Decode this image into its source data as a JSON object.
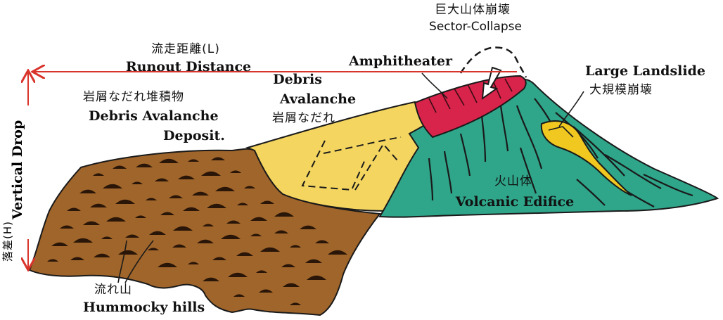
{
  "labels": {
    "sector_collapse": {
      "ja": "巨大山体崩壊",
      "en": "Sector-Collapse"
    },
    "runout": {
      "ja": "流走距離(L)",
      "en": "Runout Distance"
    },
    "amphitheater": {
      "en": "Amphitheater"
    },
    "large_landslide": {
      "en": "Large Landslide",
      "ja": "大規模崩壊"
    },
    "debris_avalanche": {
      "en_line1": "Debris",
      "en_line2": "Avalanche",
      "ja": "岩屑なだれ"
    },
    "deposit": {
      "ja": "岩屑なだれ堆積物",
      "en_line1": "Debris Avalanche",
      "en_line2": "Deposit."
    },
    "volcanic_edifice": {
      "ja": "火山体",
      "en": "Volcanic Edifice"
    },
    "hummocky": {
      "ja": "流れ山",
      "en": "Hummocky hills"
    },
    "vertical_drop": {
      "en": "Vertical Drop",
      "ja": "落差(H)"
    }
  },
  "colors": {
    "deposit": "#a0652a",
    "deposit_dark": "#6e4018",
    "avalanche": "#f3d560",
    "edifice": "#2fa58a",
    "amphitheater": "#d8234a",
    "landslide": "#f0c820",
    "arrow": "#d9342b",
    "outline": "#1a1a1a"
  }
}
